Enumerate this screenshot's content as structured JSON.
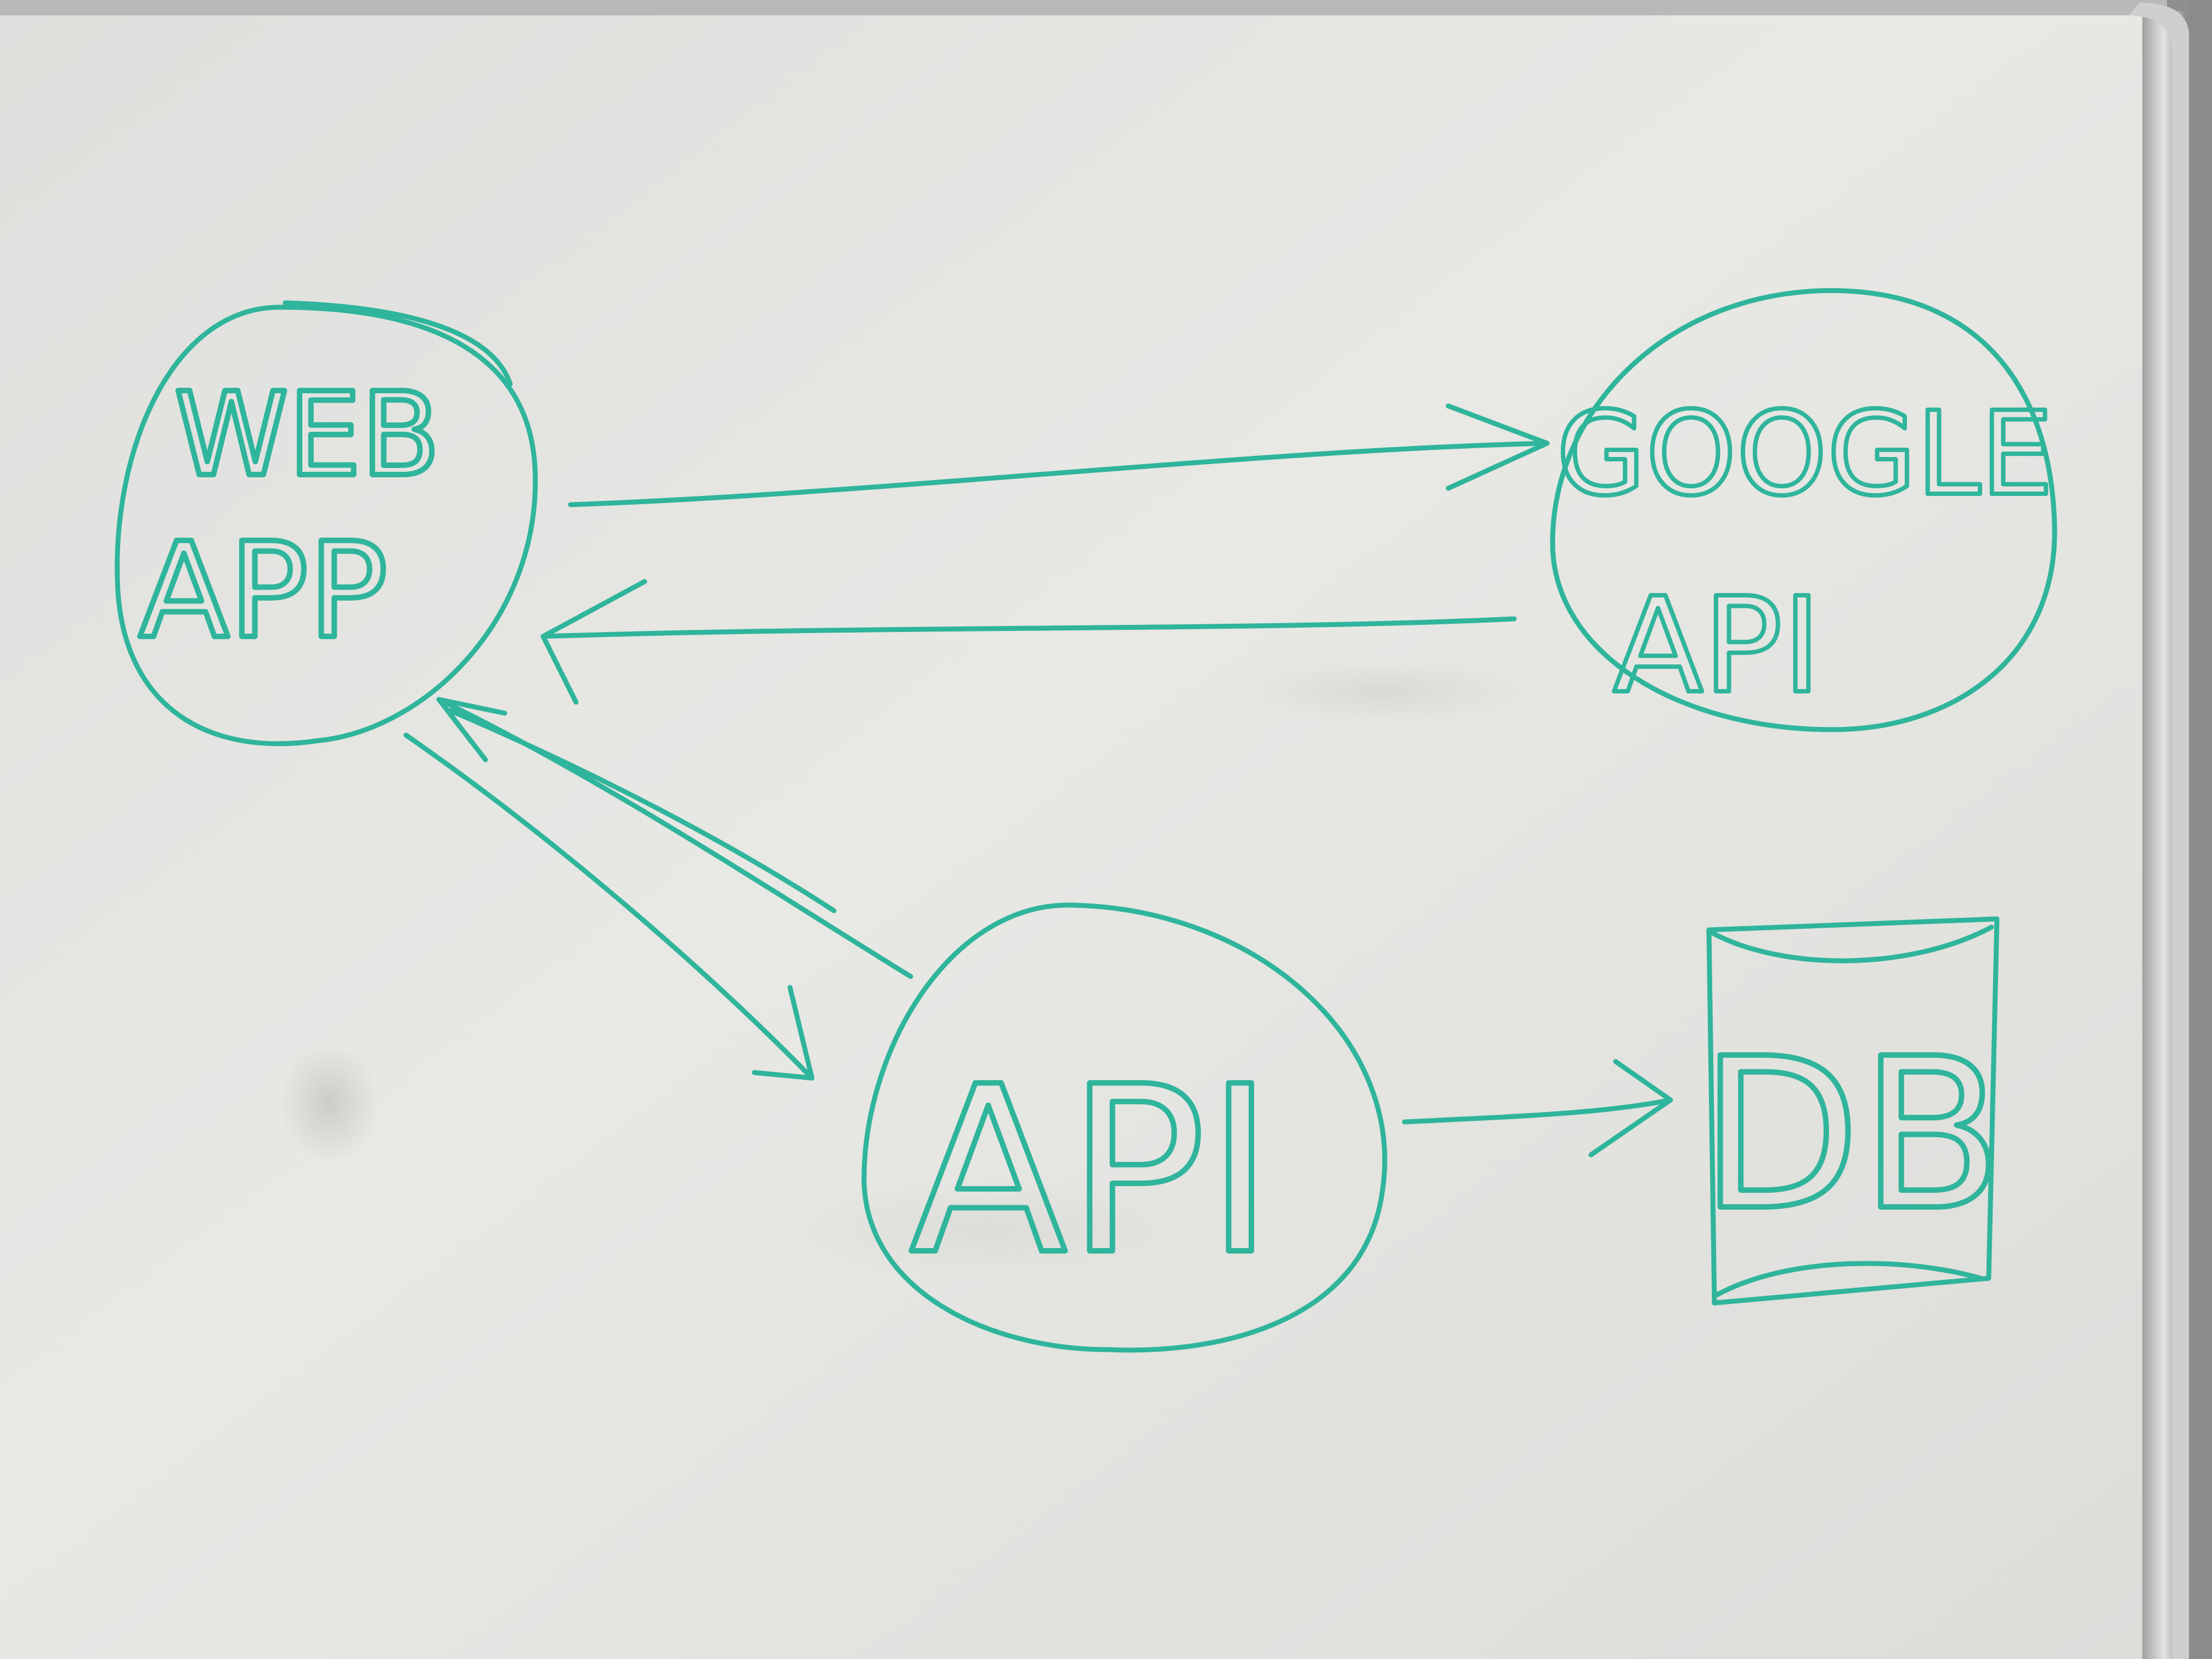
{
  "diagram": {
    "ink_color": "#2fb59b",
    "board_color": "#e6e6e3",
    "frame_color": "#c8c9c6",
    "nodes": [
      {
        "id": "web_app",
        "shape": "circle",
        "lines": [
          "WEB",
          "APP"
        ]
      },
      {
        "id": "google_api",
        "shape": "circle",
        "lines": [
          "GOOGLE",
          "API"
        ]
      },
      {
        "id": "api",
        "shape": "circle",
        "lines": [
          "API"
        ]
      },
      {
        "id": "db",
        "shape": "box",
        "lines": [
          "DB"
        ]
      }
    ],
    "edges": [
      {
        "from": "web_app",
        "to": "google_api"
      },
      {
        "from": "google_api",
        "to": "web_app"
      },
      {
        "from": "web_app",
        "to": "api"
      },
      {
        "from": "api",
        "to": "web_app"
      },
      {
        "from": "api",
        "to": "db"
      }
    ]
  }
}
